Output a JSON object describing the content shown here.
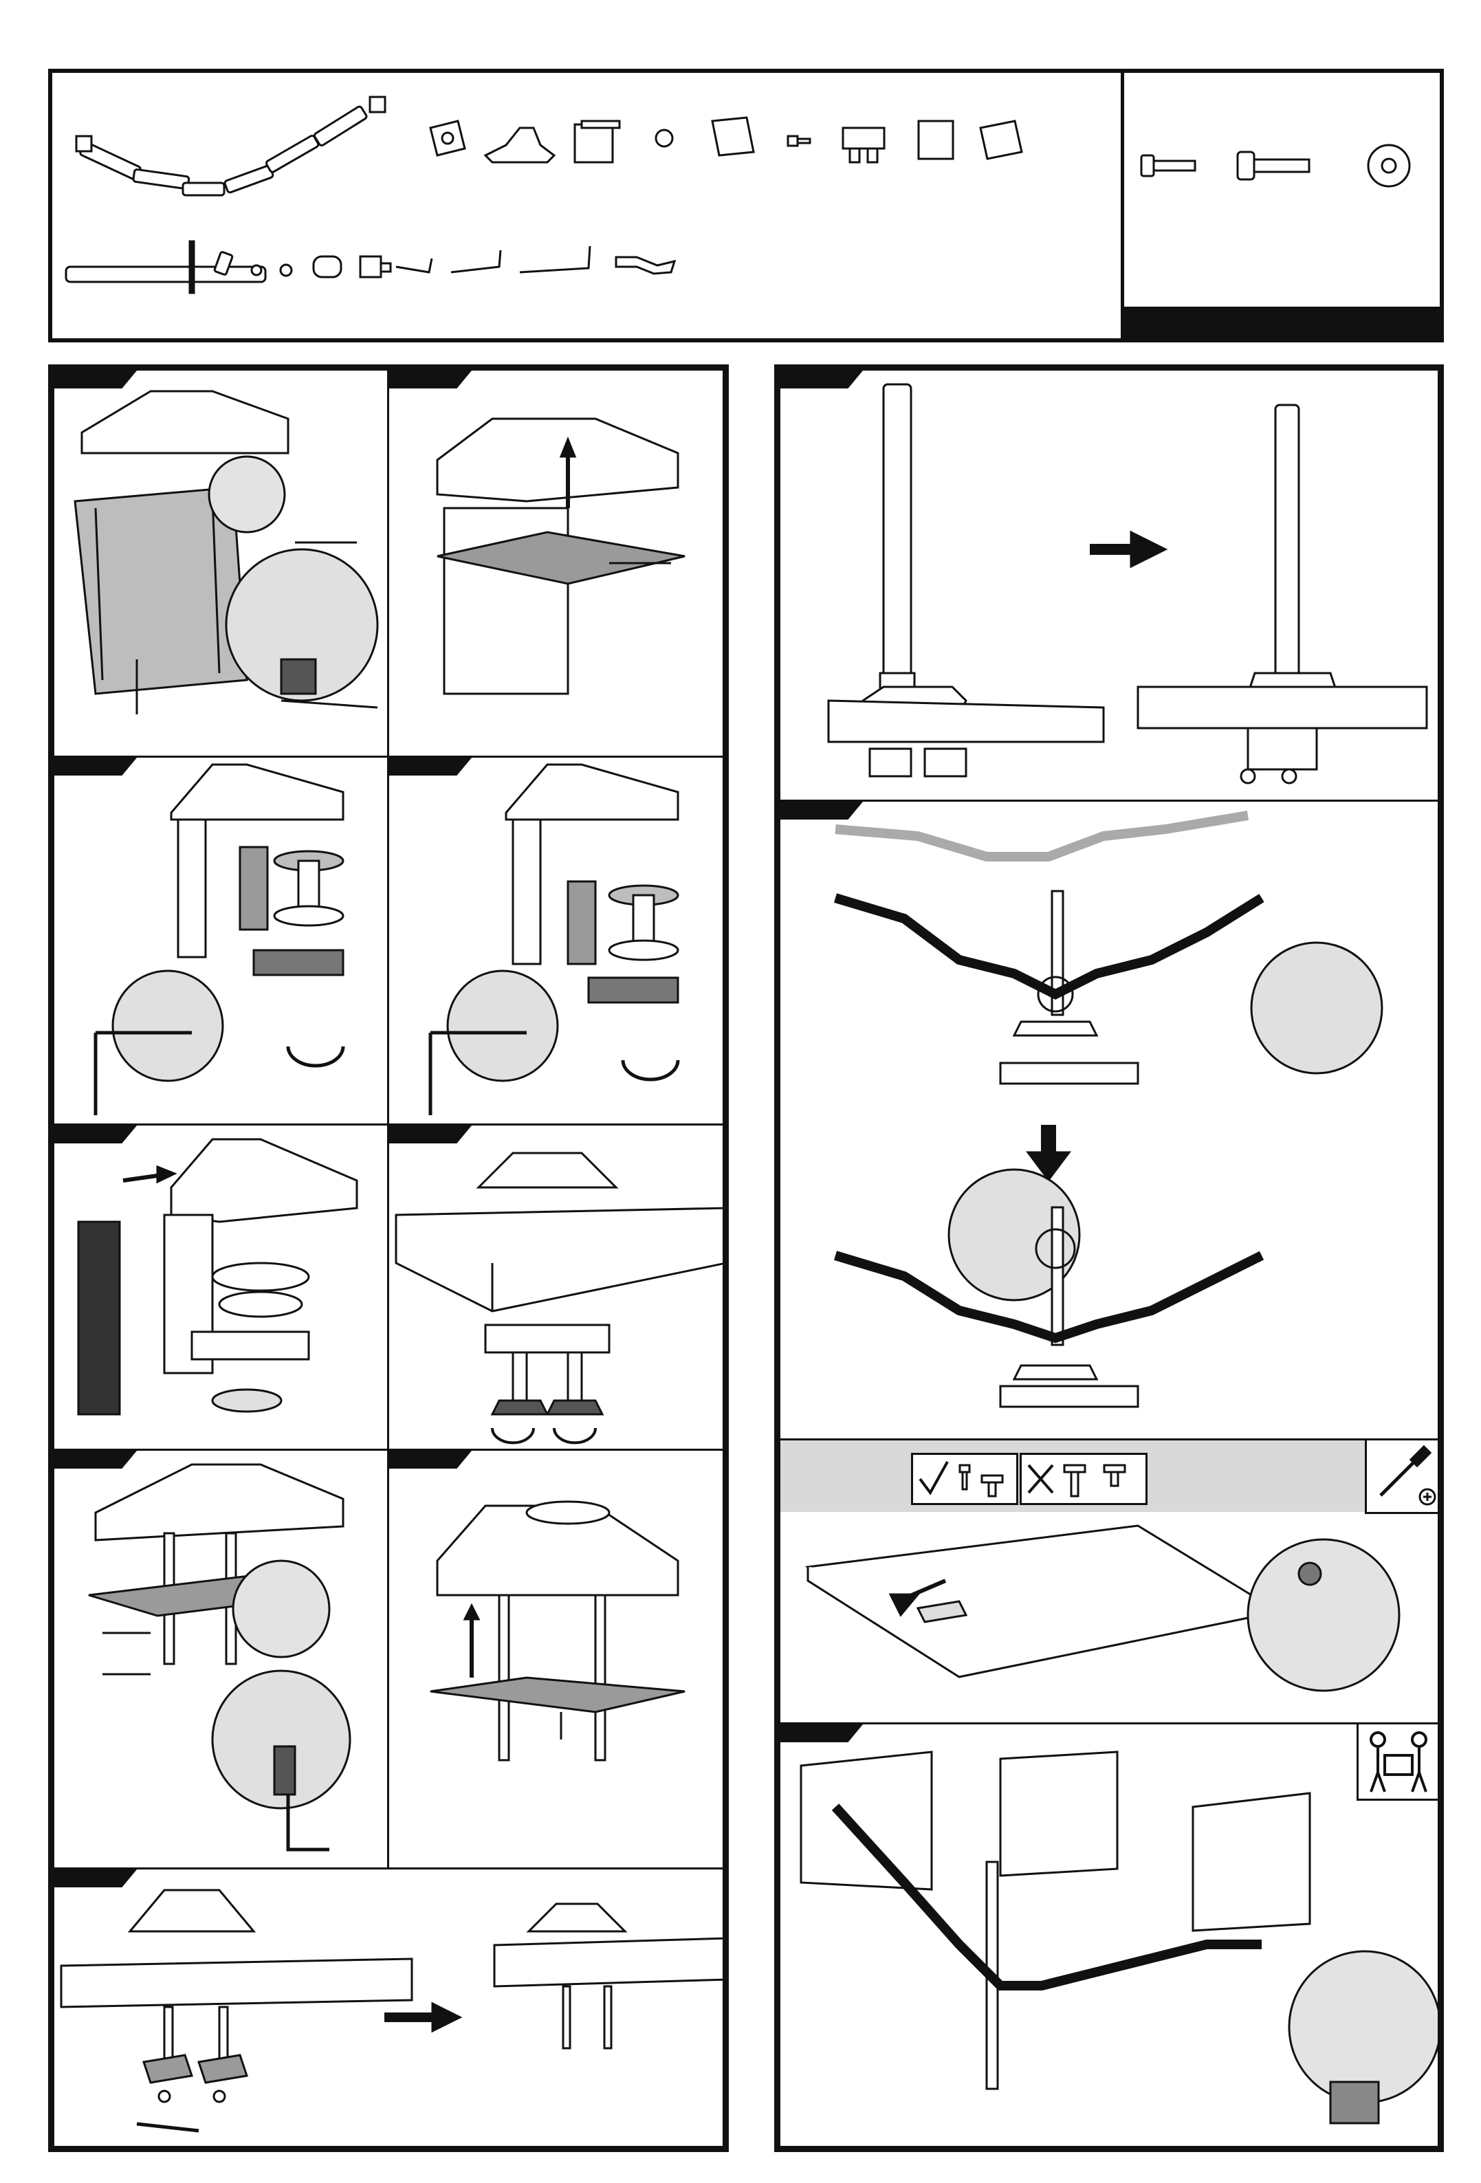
{
  "document": {
    "type": "monitor-arm-assembly-instructions",
    "colors": {
      "ink": "#111111",
      "gray_plate": "#9a9a9a",
      "light_gray": "#d9d9d9",
      "paper": "#ffffff"
    }
  },
  "parts_list": {
    "row1": [
      "triple-arm",
      "vesa-plate",
      "grommet-base",
      "clamp-bracket",
      "washer-cap",
      "square-plate",
      "small-screw",
      "clamp-block",
      "c-bracket",
      "plate-bracket"
    ],
    "row2": [
      "pole",
      "long-screw",
      "spacer",
      "nut-small",
      "nut-hex",
      "cable-clip",
      "knob-clamp",
      "hex-key-small",
      "hex-key-medium",
      "hex-key-large",
      "wrench"
    ],
    "hardware": [
      "screw-short",
      "screw-long",
      "washer"
    ]
  },
  "steps_left": [
    "clamp-plate-attach",
    "remove-top-plate",
    "clamp-bracket-short",
    "clamp-bracket-tall",
    "attach-side-cover",
    "clamp-to-desk",
    "grommet-bolts",
    "grommet-plate",
    "grommet-desk-mount"
  ],
  "steps_right": [
    "insert-pole",
    "attach-arms-to-pole",
    "vesa-screws-monitor",
    "mount-monitors"
  ],
  "icons": {
    "check": "check-icon",
    "cross": "cross-icon",
    "screwdriver": "screwdriver-icon",
    "two_person": "two-person-lift-icon"
  }
}
